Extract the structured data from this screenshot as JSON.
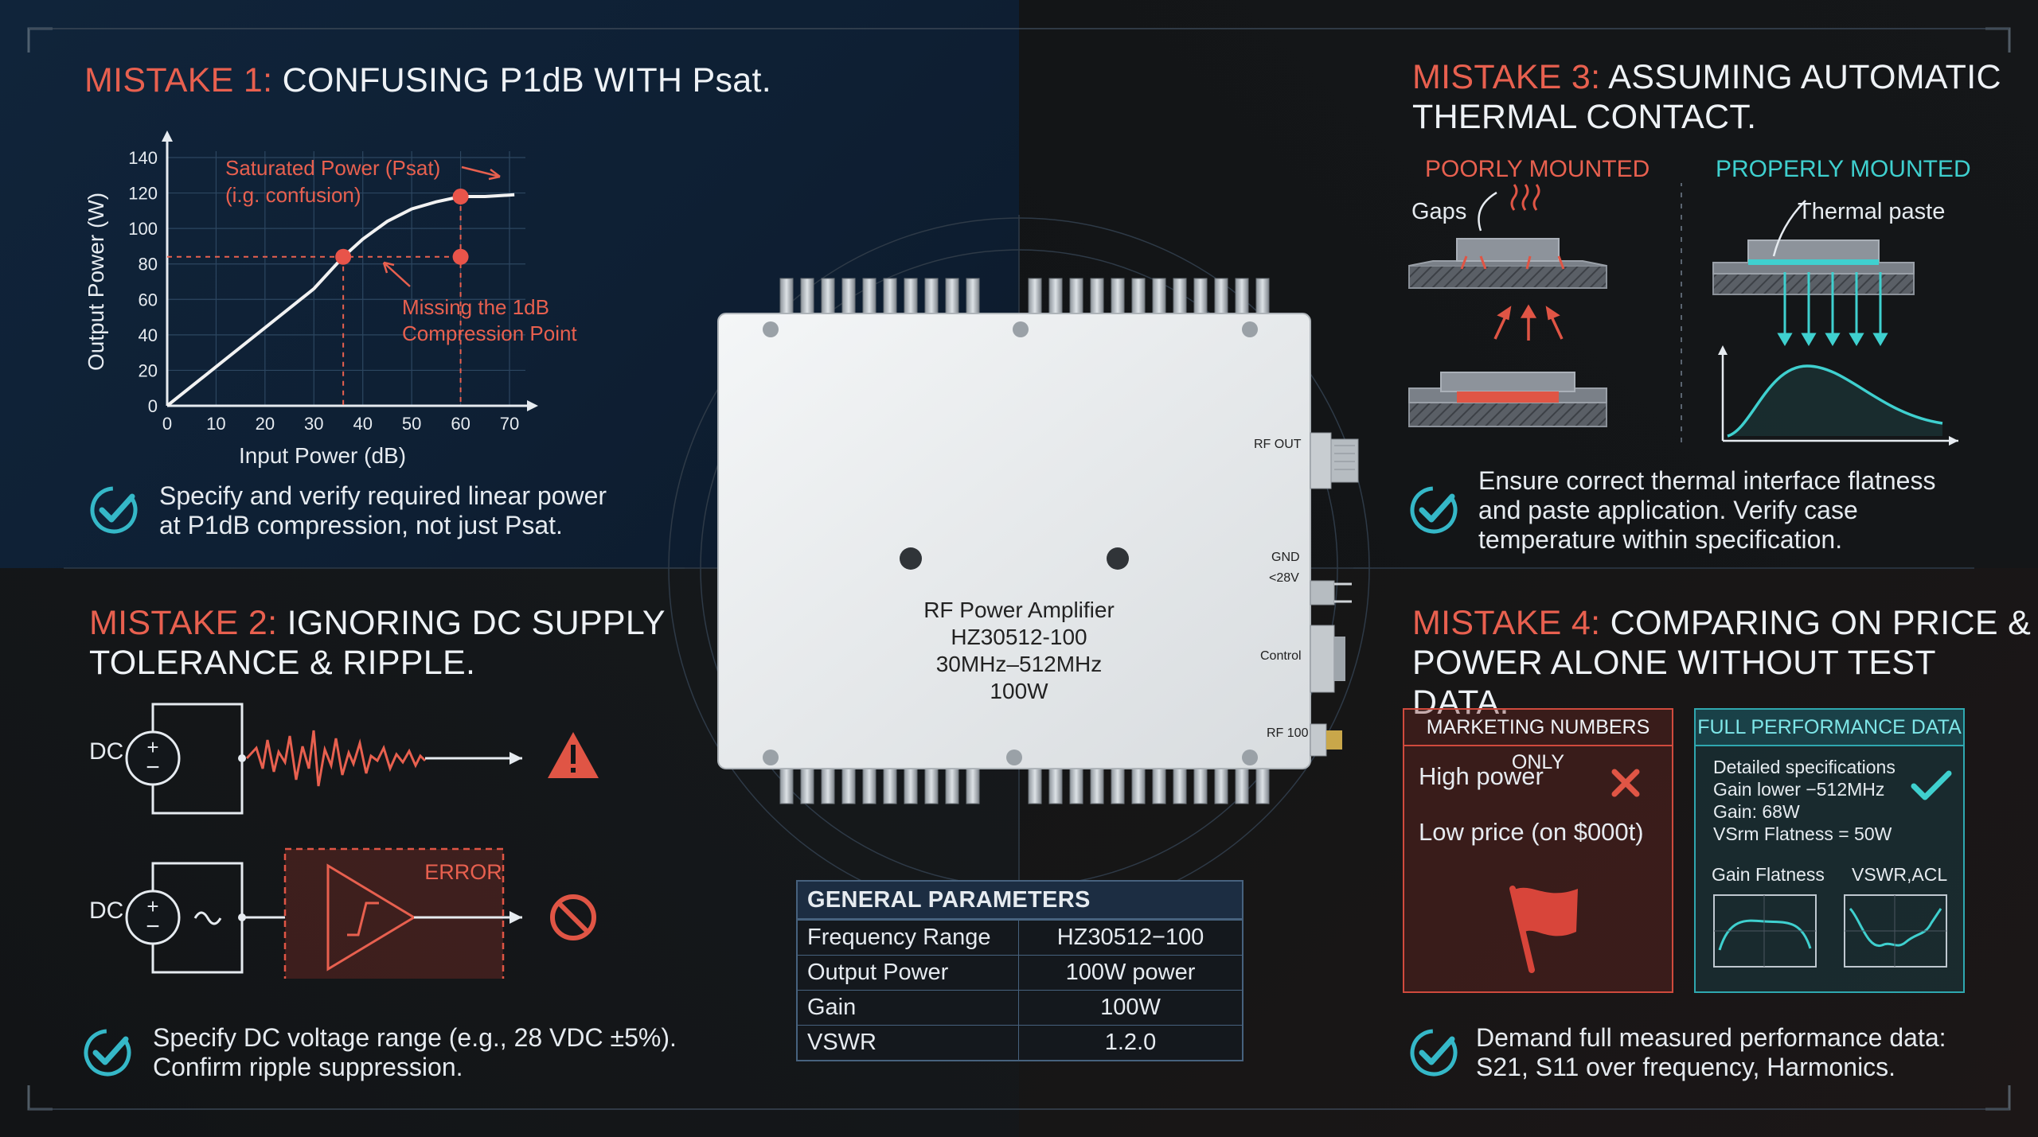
{
  "mistake1": {
    "prefix": "MISTAKE 1:",
    "title": "CONFUSING P1dB WITH Psat.",
    "annotation_psat": "Saturated Power (Psat)",
    "annotation_psat_sub": "(i.g. confusion)",
    "annotation_p1db_1": "Missing the 1dB",
    "annotation_p1db_2": "Compression Point",
    "tip_1": "Specify and verify required linear power",
    "tip_2": "at P1dB compression, not just Psat."
  },
  "mistake2": {
    "prefix": "MISTAKE 2:",
    "title_1": "IGNORING DC SUPPLY",
    "title_2": "TOLERANCE & RIPPLE.",
    "dc_label_1": "DC",
    "dc_label_2": "DC",
    "error_label": "ERROR",
    "tip_1": "Specify DC voltage range (e.g., 28 VDC ±5%).",
    "tip_2": "Confirm ripple suppression."
  },
  "mistake3": {
    "prefix": "MISTAKE 3:",
    "title_1": "ASSUMING AUTOMATIC",
    "title_2": "THERMAL CONTACT.",
    "poor_label": "POORLY MOUNTED",
    "proper_label": "PROPERLY MOUNTED",
    "gaps_label": "Gaps",
    "paste_label": "Thermal paste",
    "tip_1": "Ensure correct thermal interface flatness",
    "tip_2": "and paste application. Verify case",
    "tip_3": "temperature within specification."
  },
  "mistake4": {
    "prefix": "MISTAKE 4:",
    "title_1": "COMPARING ON PRICE &",
    "title_2": "POWER ALONE WITHOUT TEST DATA.",
    "marketing_header": "MARKETING NUMBERS ONLY",
    "marketing_item_1": "High power",
    "marketing_item_2": "Low price (on $000t)",
    "full_header": "FULL PERFORMANCE DATA",
    "full_line_1": "Detailed specifications",
    "full_line_2": "Gain lower −512MHz",
    "full_line_3": "Gain: 68W",
    "full_line_4": "VSrm Flatness = 50W",
    "mini_chart_1": "Gain Flatness",
    "mini_chart_2": "VSWR,ACL",
    "tip_1": "Demand full measured performance data:",
    "tip_2": "S21, S11 over frequency, Harmonics."
  },
  "amplifier": {
    "line_1": "RF Power Amplifier",
    "line_2": "HZ30512-100",
    "line_3": "30MHz–512MHz",
    "line_4": "100W",
    "port_rf_out": "RF OUT",
    "port_gnd": "GND",
    "port_28v": "<28V",
    "port_control": "Control",
    "port_rf100": "RF 100"
  },
  "table": {
    "header": "GENERAL PARAMETERS",
    "rows": [
      {
        "param": "Frequency Range",
        "value": "HZ30512−100"
      },
      {
        "param": "Output Power",
        "value": "100W power"
      },
      {
        "param": "Gain",
        "value": "100W"
      },
      {
        "param": "VSWR",
        "value": "1.2.0"
      }
    ]
  },
  "chart_data": {
    "type": "line",
    "title": "",
    "xlabel": "Input Power (dB)",
    "ylabel": "Output Power (W)",
    "xlim": [
      0,
      70
    ],
    "ylim": [
      0,
      140
    ],
    "x_ticks": [
      0,
      10,
      20,
      30,
      40,
      50,
      60,
      70
    ],
    "y_ticks": [
      0,
      20,
      40,
      60,
      80,
      100,
      120,
      140
    ],
    "series": [
      {
        "x": [
          0,
          10,
          20,
          30,
          36,
          40,
          45,
          50,
          55,
          60,
          65,
          71
        ],
        "y": [
          0,
          22,
          44,
          66,
          84,
          94,
          104,
          111,
          115,
          118,
          118,
          119
        ]
      }
    ],
    "markers": [
      {
        "x": 36,
        "y": 84
      },
      {
        "x": 60,
        "y": 84
      },
      {
        "x": 60,
        "y": 118
      }
    ],
    "line_color": "#f2f2f2",
    "marker_color": "#e8544a",
    "grid": true
  },
  "colors": {
    "accent_red": "#e8604f",
    "accent_teal": "#3fd0cf",
    "check_teal": "#35b8c8"
  }
}
